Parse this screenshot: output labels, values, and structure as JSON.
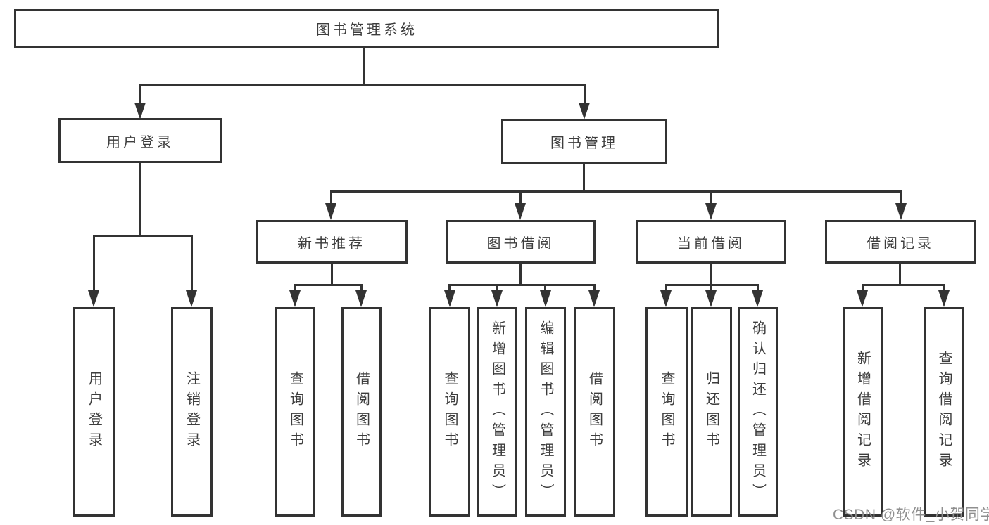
{
  "diagram": {
    "root": "图书管理系统",
    "branches": [
      {
        "label": "用户登录",
        "leaves": [
          "用户登录",
          "注销登录"
        ]
      },
      {
        "label": "图书管理",
        "groups": [
          {
            "label": "新书推荐",
            "leaves": [
              "查询图书",
              "借阅图书"
            ]
          },
          {
            "label": "图书借阅",
            "leaves": [
              "查询图书",
              "新增图书（管理员）",
              "编辑图书（管理员）",
              "借阅图书"
            ]
          },
          {
            "label": "当前借阅",
            "leaves": [
              "查询图书",
              "归还图书",
              "确认归还（管理员）"
            ]
          },
          {
            "label": "借阅记录",
            "leaves": [
              "新增借阅记录",
              "查询借阅记录"
            ]
          }
        ]
      }
    ]
  },
  "watermark": "CSDN @软件_小贺同学",
  "colors": {
    "line": "#333333",
    "text": "#3d3d3d",
    "watermark_text": "#8f8f8f",
    "background": "#ffffff"
  }
}
